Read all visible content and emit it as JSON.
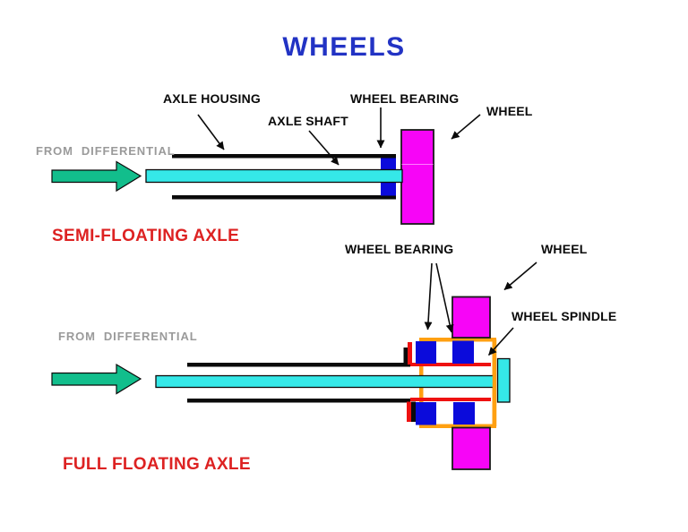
{
  "title": "WHEELS",
  "semi": {
    "caption": "SEMI-FLOATING AXLE",
    "from_differential": "FROM  DIFFERENTIAL",
    "labels": {
      "axle_housing": "AXLE HOUSING",
      "axle_shaft": "AXLE SHAFT",
      "wheel_bearing": "WHEEL BEARING",
      "wheel": "WHEEL"
    }
  },
  "full": {
    "caption": "FULL FLOATING AXLE",
    "from_differential": "FROM  DIFFERENTIAL",
    "labels": {
      "wheel_bearing": "WHEEL BEARING",
      "wheel": "WHEEL",
      "wheel_spindle": "WHEEL SPINDLE"
    }
  },
  "colors": {
    "title_blue": "#2233C4",
    "caption_red": "#DD2222",
    "label_gray": "#9A9A9A",
    "shaft_cyan": "#35E8E8",
    "bearing_blue": "#0B0BDB",
    "wheel_magenta": "#F705F7",
    "spindle_orange": "#FFA011",
    "spindle_red": "#EE1111",
    "arrow_green": "#12BE8C"
  }
}
